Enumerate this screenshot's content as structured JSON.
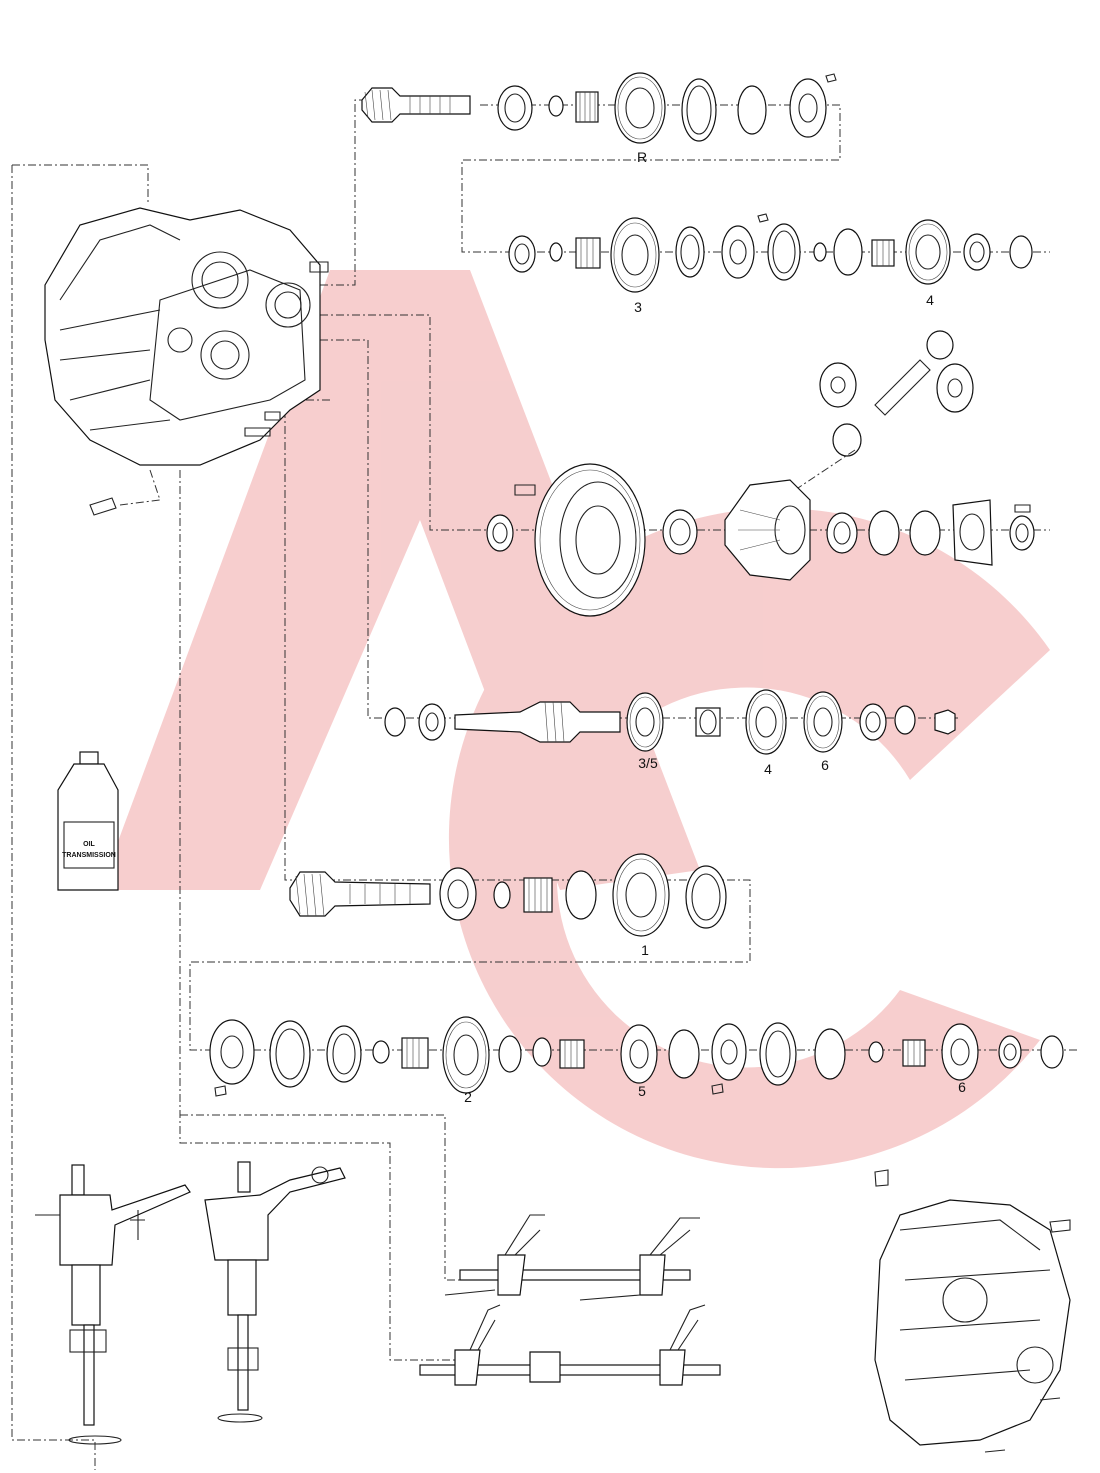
{
  "watermark": {
    "color": "#f6c9c9"
  },
  "labels": {
    "reverse": "R",
    "sec_3": "3",
    "sec_4": "4",
    "out_35": "3/5",
    "out_4": "4",
    "out_6": "6",
    "in_1": "1",
    "low_2": "2",
    "low_5": "5",
    "low_6": "6"
  },
  "oil_bottle": {
    "line1": "OIL",
    "line2": "TRANSMISSION"
  }
}
